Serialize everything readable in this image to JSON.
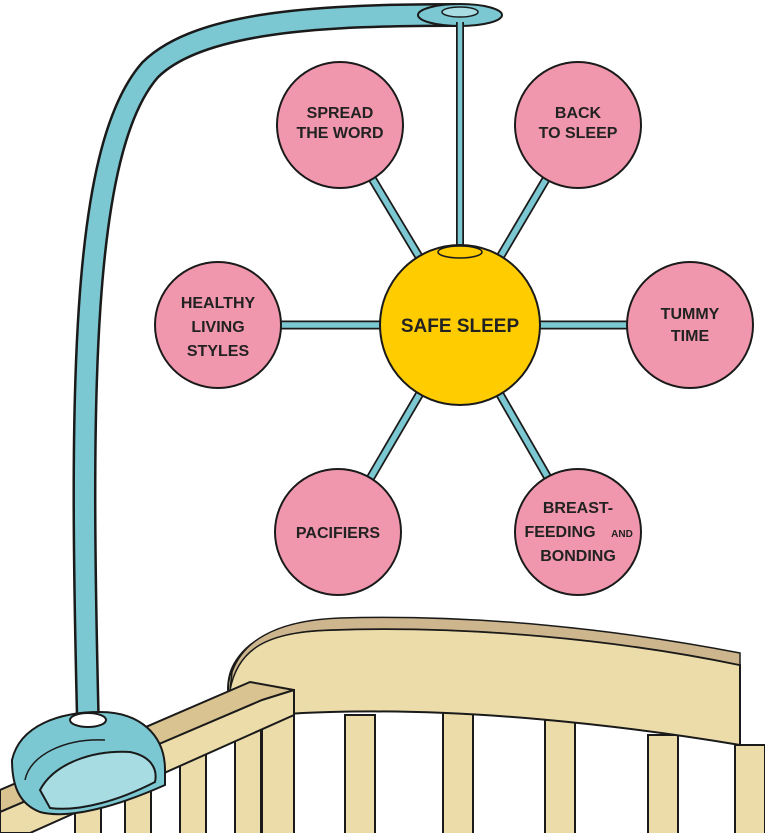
{
  "center": {
    "label": "SAFE SLEEP",
    "color": "#ffcc00"
  },
  "nodes": [
    {
      "id": "spread-the-word",
      "lines": [
        "SPREAD",
        "THE WORD"
      ]
    },
    {
      "id": "back-to-sleep",
      "lines": [
        "BACK",
        "TO SLEEP"
      ]
    },
    {
      "id": "tummy-time",
      "lines": [
        "TUMMY",
        "TIME"
      ]
    },
    {
      "id": "breastfeeding-bonding",
      "lines": [
        "BREAST-",
        "FEEDING",
        "AND",
        "BONDING"
      ]
    },
    {
      "id": "pacifiers",
      "lines": [
        "PACIFIERS"
      ]
    },
    {
      "id": "healthy-living-styles",
      "lines": [
        "HEALTHY",
        "LIVING",
        "STYLES"
      ]
    }
  ],
  "colors": {
    "node": "#f197ad",
    "arm": "#7cc8d2",
    "crib": "#ecdcaa",
    "outline": "#1a1a1a"
  }
}
